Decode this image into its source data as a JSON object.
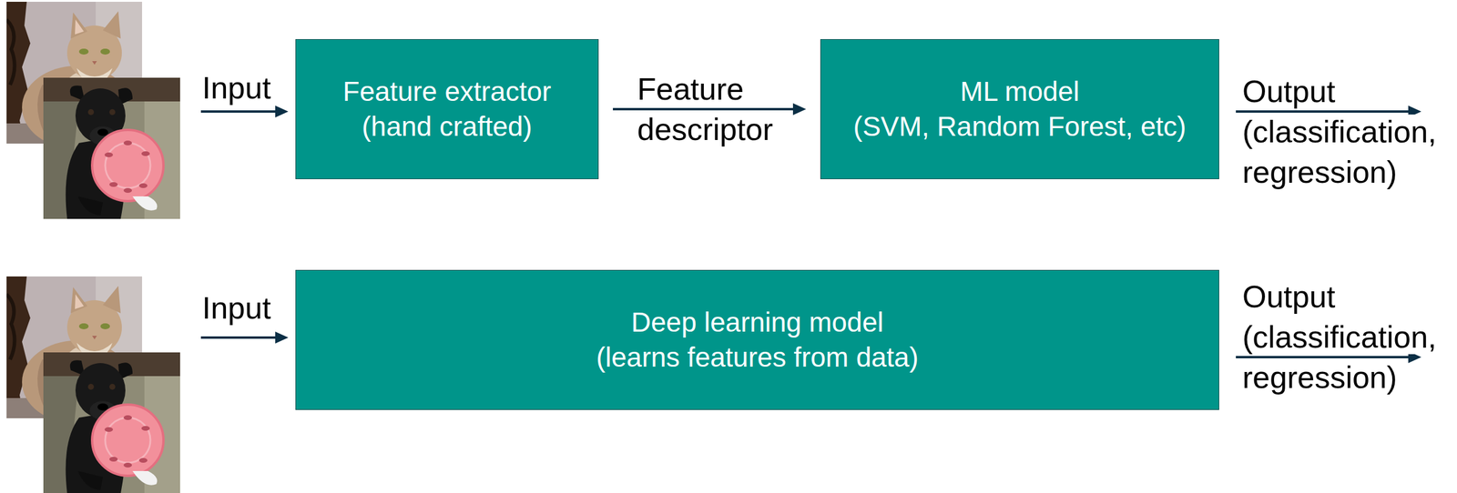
{
  "diagram": {
    "nodes": [
      {
        "text": [
          "Feature extractor",
          "(hand crafted)"
        ]
      },
      {
        "text": [
          "ML model",
          "(SVM, Random Forest, etc)"
        ]
      },
      {
        "text": [
          "Deep learning model",
          "(learns features from data)"
        ]
      }
    ],
    "edges": [
      {
        "from": 0,
        "to": 1,
        "arrow": "to",
        "label": "Feature descriptor"
      }
    ],
    "labels": [
      "Input",
      "Output (classification, regression)",
      "Input",
      "Output (classification, regression)"
    ]
  }
}
